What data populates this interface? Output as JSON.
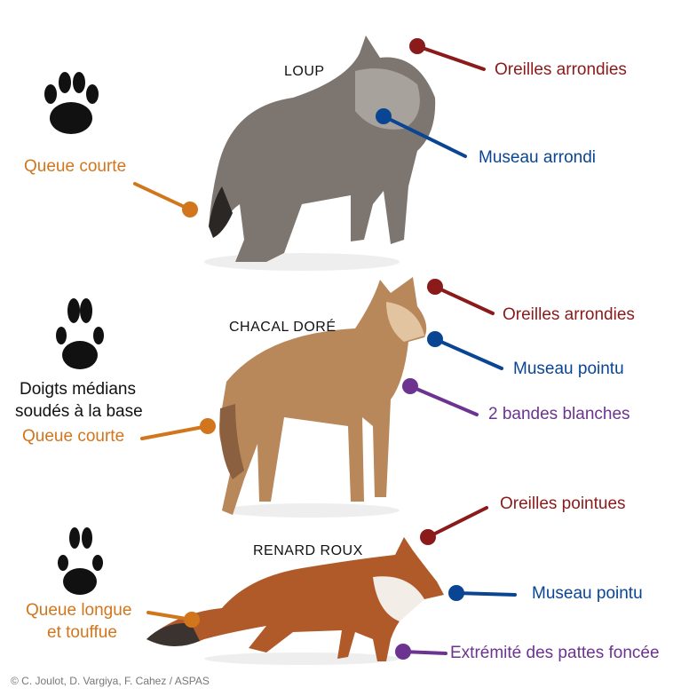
{
  "wolf": {
    "title": "LOUP",
    "labels": {
      "ears": "Oreilles arrondies",
      "muzzle": "Museau arrondi",
      "tail": "Queue courte"
    }
  },
  "jackal": {
    "title": "CHACAL DORÉ",
    "paw_note_line1": "Doigts médians",
    "paw_note_line2": "soudés à la base",
    "labels": {
      "ears": "Oreilles arrondies",
      "muzzle": "Museau pointu",
      "bands": "2 bandes blanches",
      "tail": "Queue courte"
    }
  },
  "fox": {
    "title": "RENARD ROUX",
    "labels": {
      "ears": "Oreilles pointues",
      "muzzle": "Museau pointu",
      "tail_line1": "Queue longue",
      "tail_line2": "et touffue",
      "paws": "Extrémité des pattes foncée"
    }
  },
  "credit": "© C. Joulot, D. Vargiya, F. Cahez / ASPAS",
  "colors": {
    "ears": "#8b1a1a",
    "muzzle": "#0a4594",
    "tail": "#d2761d",
    "other": "#6c3391"
  }
}
